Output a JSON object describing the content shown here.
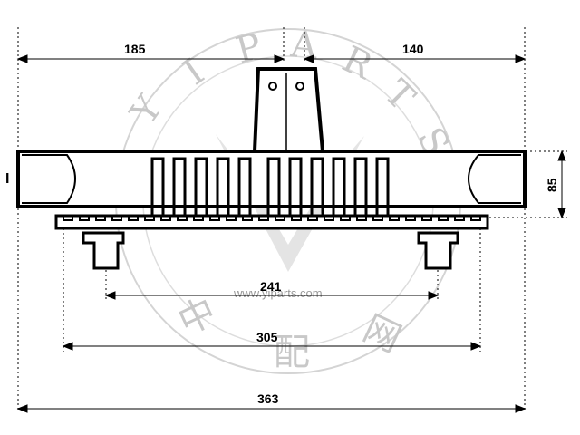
{
  "dimensions": {
    "top_left": "185",
    "top_right": "140",
    "height": "85",
    "inner_mount": "241",
    "middle_mount": "305",
    "overall": "363"
  },
  "side_label": "I",
  "watermark": {
    "brand_letters": [
      "Y",
      "I",
      "P",
      "A",
      "R",
      "T",
      "S"
    ],
    "url": "www.yiparts.com",
    "chinese_chars": [
      "中",
      "配",
      "网"
    ]
  },
  "colors": {
    "line": "#000000",
    "watermark": "#c8c8c8"
  }
}
